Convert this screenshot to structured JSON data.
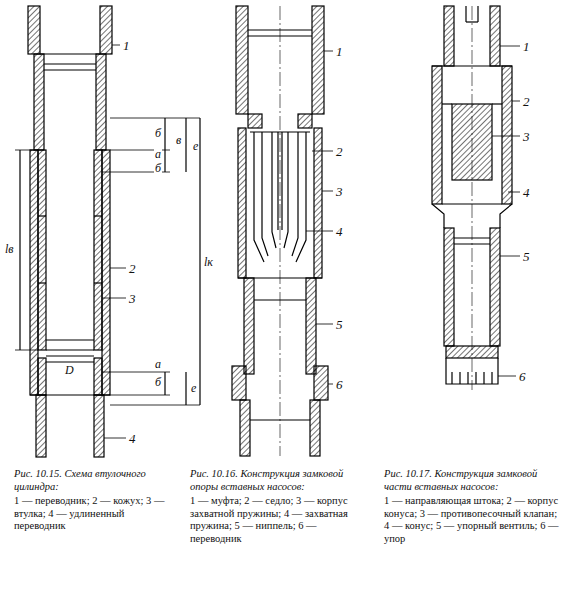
{
  "diagram": {
    "labels": [
      "1",
      "2",
      "3",
      "4",
      "б",
      "а",
      "б",
      "в",
      "е",
      "lв",
      "lк",
      "D",
      "б",
      "а",
      "е",
      "1",
      "2",
      "3",
      "4",
      "5",
      "6",
      "1",
      "2",
      "3",
      "4",
      "5",
      "6",
      "Рис. 10.15. Схема втулочного цилиндра:",
      "1 — переводник; 2 — кожух; 3 — втулка; 4 — удлиненный переводник",
      "Рис. 10.16. Конструкция замковой опоры вставных насосов:",
      "1 — муфта; 2 — седло; 3 — корпус захватной пружины; 4 — захватная пружина; 5 — ниппель; 6 — переводник",
      "Рис. 10.17. Конструкция замковой части вставных насосов:",
      "1 — направляющая штока; 2 — корпус конуса; 3 — противопесочный клапан; 4 — конус; 5 — упорный вентиль; 6 — упор"
    ]
  }
}
